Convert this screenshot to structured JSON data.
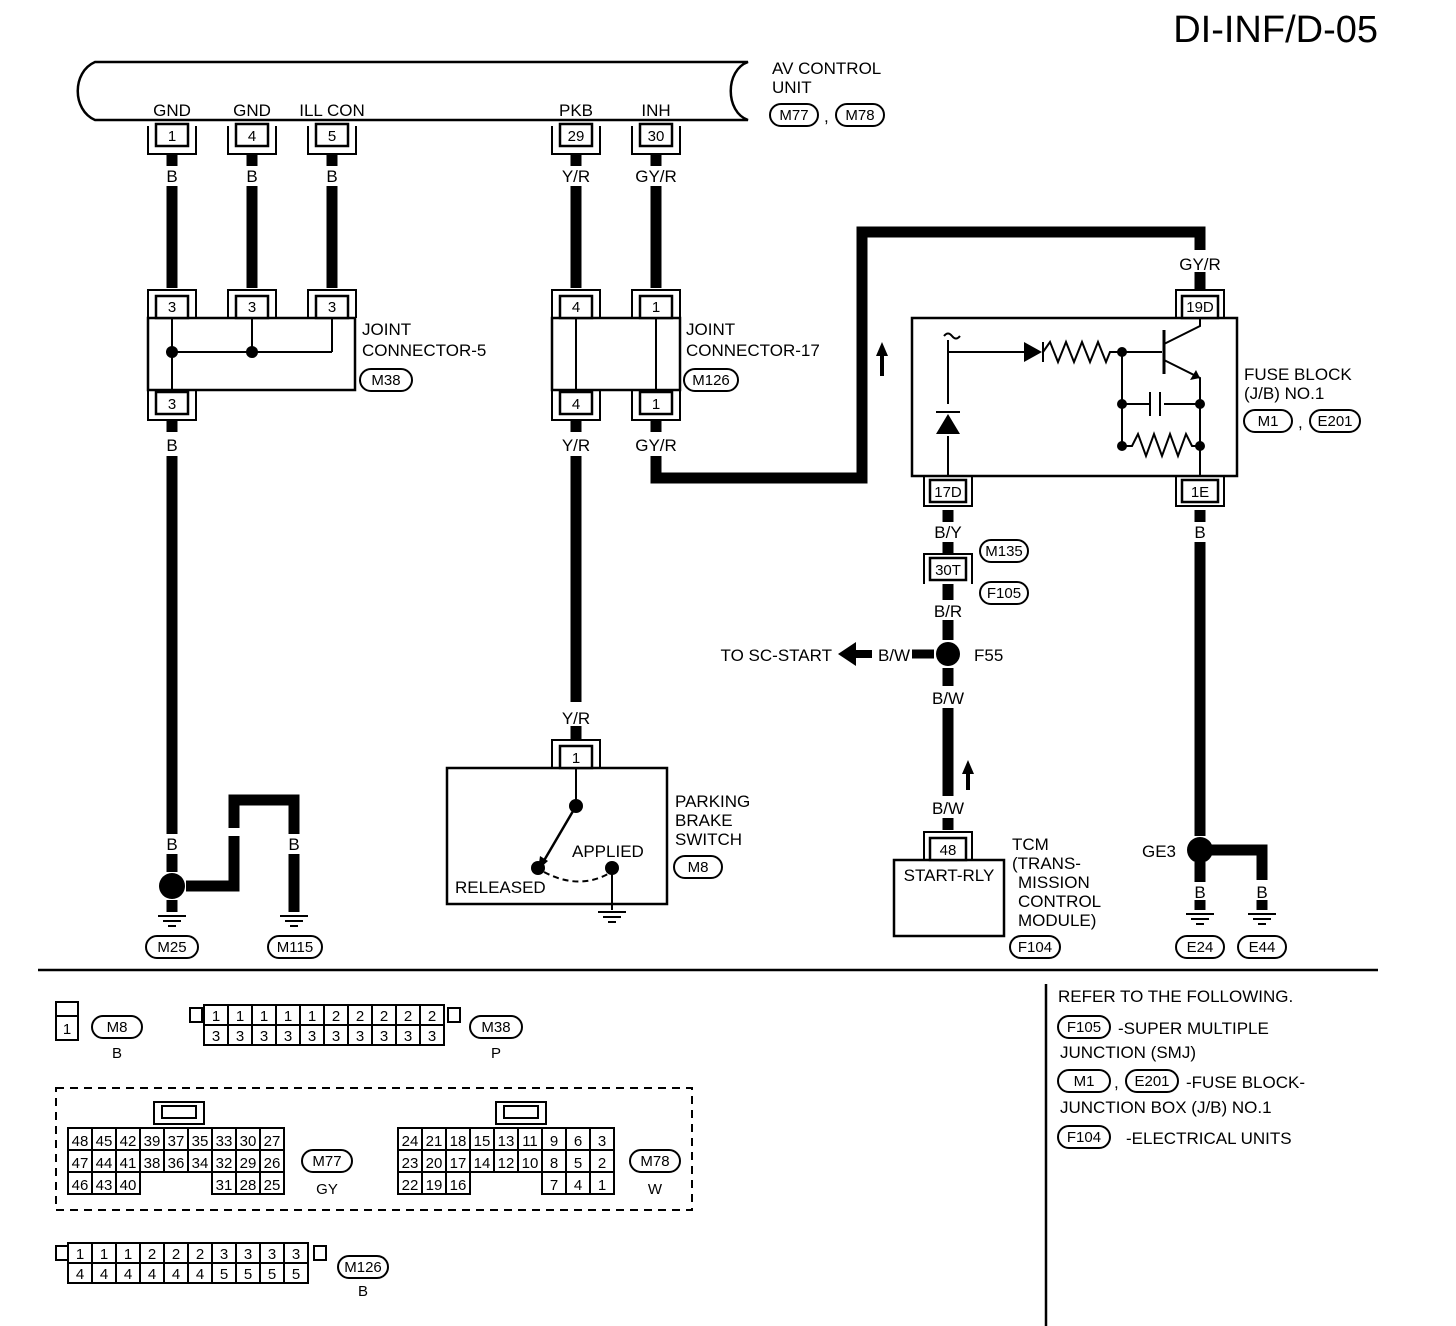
{
  "page_id": "DI-INF/D-05",
  "av_control_unit": {
    "label_line1": "AV CONTROL",
    "label_line2": "UNIT",
    "conn1": "M77",
    "conn2": "M78",
    "pins": [
      {
        "name": "GND",
        "num": "1",
        "wire": "B"
      },
      {
        "name": "GND",
        "num": "4",
        "wire": "B"
      },
      {
        "name": "ILL CON",
        "num": "5",
        "wire": "B"
      },
      {
        "name": "PKB",
        "num": "29",
        "wire": "Y/R"
      },
      {
        "name": "INH",
        "num": "30",
        "wire": "GY/R"
      }
    ]
  },
  "joint5": {
    "line1": "JOINT",
    "line2": "CONNECTOR-5",
    "conn": "M38",
    "pin_top": "3",
    "pin_bottom": "3",
    "wire_bottom": "B"
  },
  "joint17": {
    "line1": "JOINT",
    "line2": "CONNECTOR-17",
    "conn": "M126",
    "pins": [
      "4",
      "1"
    ],
    "wires": [
      "Y/R",
      "GY/R"
    ]
  },
  "fuse_block": {
    "line1": "FUSE BLOCK",
    "line2": "(J/B) NO.1",
    "conn1": "M1",
    "conn2": "E201",
    "pin_top": "19D",
    "wire_top": "GY/R",
    "pin_left": "17D",
    "pin_right": "1E",
    "wire_right": "B"
  },
  "smj": {
    "wire_in": "B/Y",
    "conn_a": "M135",
    "pin": "30T",
    "conn_b": "F105",
    "wire_out": "B/R"
  },
  "f55": {
    "label": "F55",
    "to_text": "TO SC-START",
    "wire_side": "B/W",
    "wire_down": "B/W",
    "wire_bottom": "B/W"
  },
  "tcm": {
    "pin": "48",
    "term": "START-RLY",
    "line1": "TCM",
    "line2": "(TRANS-",
    "line3": "MISSION",
    "line4": "CONTROL",
    "line5": "MODULE)",
    "conn": "F104"
  },
  "parking_brake": {
    "line1": "PARKING",
    "line2": "BRAKE",
    "line3": "SWITCH",
    "conn": "M8",
    "pin": "1",
    "wire": "Y/R",
    "applied": "APPLIED",
    "released": "RELEASED"
  },
  "grounds": {
    "m25": "M25",
    "m115": "M115",
    "e24": "E24",
    "e44": "E44",
    "ge3": "GE3",
    "wire": "B"
  },
  "refer": {
    "heading": "REFER TO THE FOLLOWING.",
    "items": [
      {
        "conn": "F105",
        "text1": "-SUPER MULTIPLE",
        "text2": "JUNCTION (SMJ)"
      },
      {
        "conn": "M1",
        "conn2": "E201",
        "text1": "-FUSE BLOCK-",
        "text2": "JUNCTION BOX (J/B) NO.1"
      },
      {
        "conn": "F104",
        "text1": "-ELECTRICAL UNITS"
      }
    ]
  },
  "connector_views": {
    "m8": {
      "label": "M8",
      "color": "B",
      "pin": "1"
    },
    "m38": {
      "label": "M38",
      "color": "P",
      "top": [
        "1",
        "1",
        "1",
        "1",
        "1",
        "2",
        "2",
        "2",
        "2",
        "2"
      ],
      "bottom": [
        "3",
        "3",
        "3",
        "3",
        "3",
        "3",
        "3",
        "3",
        "3",
        "3"
      ]
    },
    "m77": {
      "label": "M77",
      "color": "GY",
      "row1": [
        "48",
        "45",
        "42",
        "39",
        "37",
        "35",
        "33",
        "30",
        "27"
      ],
      "row2": [
        "47",
        "44",
        "41",
        "38",
        "36",
        "34",
        "32",
        "29",
        "26"
      ],
      "row3": [
        "46",
        "43",
        "40",
        "",
        "",
        "",
        "31",
        "28",
        "25"
      ]
    },
    "m78": {
      "label": "M78",
      "color": "W",
      "row1": [
        "24",
        "21",
        "18",
        "15",
        "13",
        "11",
        "9",
        "6",
        "3"
      ],
      "row2": [
        "23",
        "20",
        "17",
        "14",
        "12",
        "10",
        "8",
        "5",
        "2"
      ],
      "row3": [
        "22",
        "19",
        "16",
        "",
        "",
        "",
        "7",
        "4",
        "1"
      ]
    },
    "m126": {
      "label": "M126",
      "color": "B",
      "top": [
        "1",
        "1",
        "1",
        "2",
        "2",
        "2",
        "3",
        "3",
        "3",
        "3"
      ],
      "bottom": [
        "4",
        "4",
        "4",
        "4",
        "4",
        "4",
        "5",
        "5",
        "5",
        "5"
      ]
    }
  }
}
